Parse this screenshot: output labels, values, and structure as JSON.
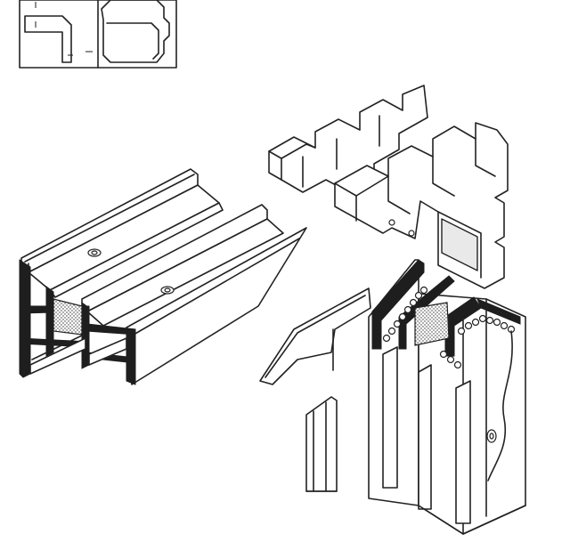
{
  "figure": {
    "kind": "technical-illustration",
    "background_color": "#ffffff",
    "line_color": "#222222",
    "parts": [
      "section-inset",
      "thermal-break-profile",
      "insulation-blocks",
      "insulated-window-frame-profile"
    ]
  }
}
